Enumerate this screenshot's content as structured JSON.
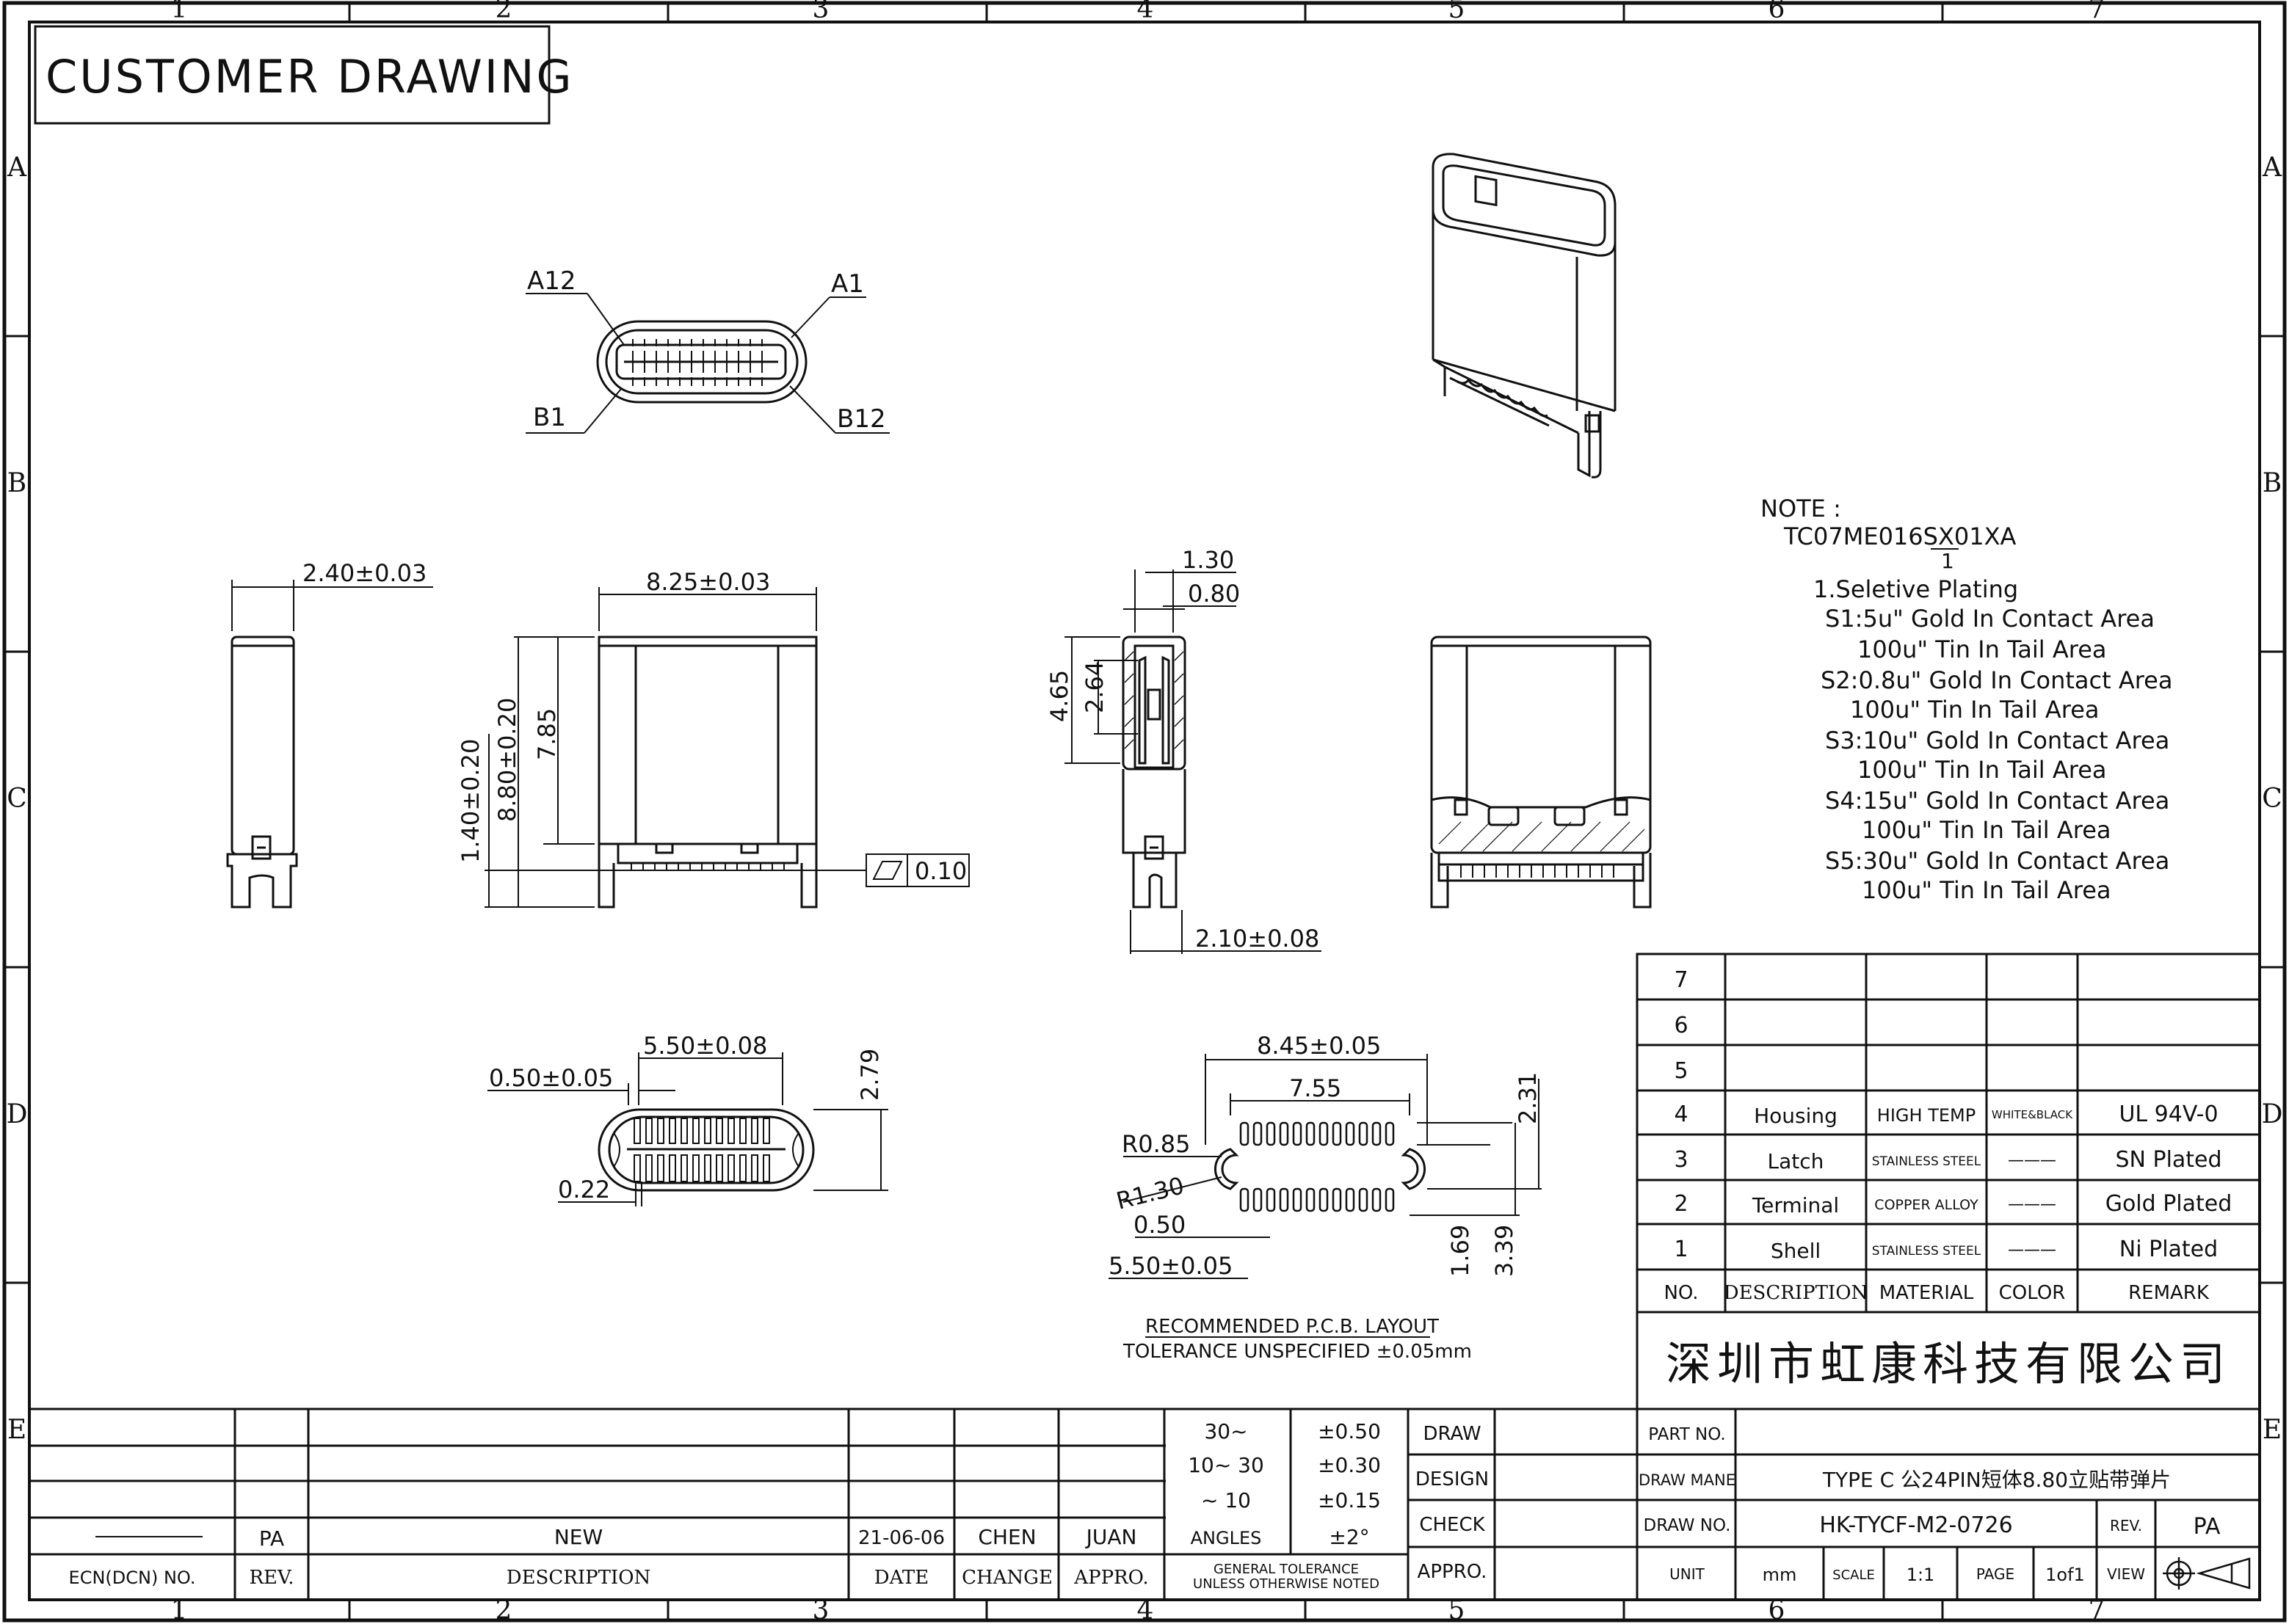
{
  "border": {
    "columns": [
      "1",
      "2",
      "3",
      "4",
      "5",
      "6",
      "7"
    ],
    "rows": [
      "A",
      "B",
      "C",
      "D",
      "E"
    ]
  },
  "title": "CUSTOMER DRAWING",
  "pin_labels": {
    "a12": "A12",
    "a1": "A1",
    "b1": "B1",
    "b12": "B12"
  },
  "dimensions": {
    "side_width": "2.40±0.03",
    "front_width": "8.25±0.03",
    "body_height": "7.85",
    "total_height": "8.80±0.20",
    "tail_height": "1.40±0.20",
    "flatness": "0.10",
    "section_top": "1.30",
    "section_inner": "0.80",
    "section_h1": "4.65",
    "section_h2": "2.64",
    "section_tail": "2.10±0.08",
    "bottom_pitch_span": "5.50±0.08",
    "bottom_pitch": "0.50±0.05",
    "bottom_height": "2.79",
    "bottom_pin": "0.22",
    "pcb_width": "8.45±0.05",
    "pcb_inner": "7.55",
    "pcb_r1": "R0.85",
    "pcb_r2": "R1.30",
    "pcb_pitch": "0.50",
    "pcb_span": "5.50±0.05",
    "pcb_h1": "2.31",
    "pcb_h2": "1.69",
    "pcb_h3": "3.39"
  },
  "pcb_caption": {
    "line1": "RECOMMENDED  P.C.B. LAYOUT",
    "line2": "TOLERANCE UNSPECIFIED ±0.05mm"
  },
  "note": {
    "title": "NOTE :",
    "part_code": "TC07ME016SX01XA",
    "marker": "1",
    "heading": "1.Seletive Plating",
    "lines": [
      "S1:5u\" Gold In Contact Area",
      "100u\" Tin  In Tail Area",
      "S2:0.8u\" Gold In Contact Area",
      "100u\" Tin  In Tail Area",
      "S3:10u\" Gold In Contact Area",
      "100u\" Tin  In Tail Area",
      "S4:15u\" Gold In Contact Area",
      "100u\" Tin  In Tail Area",
      "S5:30u\" Gold In Contact Area",
      "100u\" Tin  In Tail Area"
    ]
  },
  "bom": {
    "header": [
      "NO.",
      "DESCRIPTION",
      "MATERIAL",
      "COLOR",
      "REMARK"
    ],
    "rows": [
      [
        "7",
        "",
        "",
        "",
        ""
      ],
      [
        "6",
        "",
        "",
        "",
        ""
      ],
      [
        "5",
        "",
        "",
        "",
        ""
      ],
      [
        "4",
        "Housing",
        "HIGH TEMP",
        "WHITE&BLACK",
        "UL 94V-0"
      ],
      [
        "3",
        "Latch",
        "STAINLESS STEEL",
        "———",
        "SN Plated"
      ],
      [
        "2",
        "Terminal",
        "COPPER ALLOY",
        "———",
        "Gold Plated"
      ],
      [
        "1",
        "Shell",
        "STAINLESS STEEL",
        "———",
        "Ni Plated"
      ]
    ]
  },
  "company": "深圳市虹康科技有限公司",
  "revision_block": {
    "ecn_value": "————",
    "rev_value": "PA",
    "description_value": "NEW",
    "date_value": "21-06-06",
    "change_value": "CHEN",
    "appro_value": "JUAN",
    "labels": [
      "ECN(DCN) NO.",
      "REV.",
      "DESCRIPTION",
      "DATE",
      "CHANGE",
      "APPRO."
    ]
  },
  "tolerance": {
    "rows": [
      [
        "30~",
        "±0.50"
      ],
      [
        "10~ 30",
        "±0.30"
      ],
      [
        "~ 10",
        "±0.15"
      ],
      [
        "ANGLES",
        "±2°"
      ]
    ],
    "footer": [
      "GENERAL TOLERANCE",
      "UNLESS OTHERWISE NOTED"
    ]
  },
  "signoff": [
    "DRAW",
    "DESIGN",
    "CHECK",
    "APPRO."
  ],
  "title_block": {
    "part_no_label": "PART NO.",
    "part_no": "",
    "draw_name_label": "DRAW MANE",
    "draw_name": "TYPE C 公24PIN短体8.80立贴带弹片",
    "draw_no_label": "DRAW NO.",
    "draw_no": "HK-TYCF-M2-0726",
    "rev_label": "REV.",
    "rev": "PA",
    "unit_label": "UNIT",
    "unit": "mm",
    "scale_label": "SCALE",
    "scale": "1:1",
    "page_label": "PAGE",
    "page": "1of1",
    "view_label": "VIEW"
  }
}
